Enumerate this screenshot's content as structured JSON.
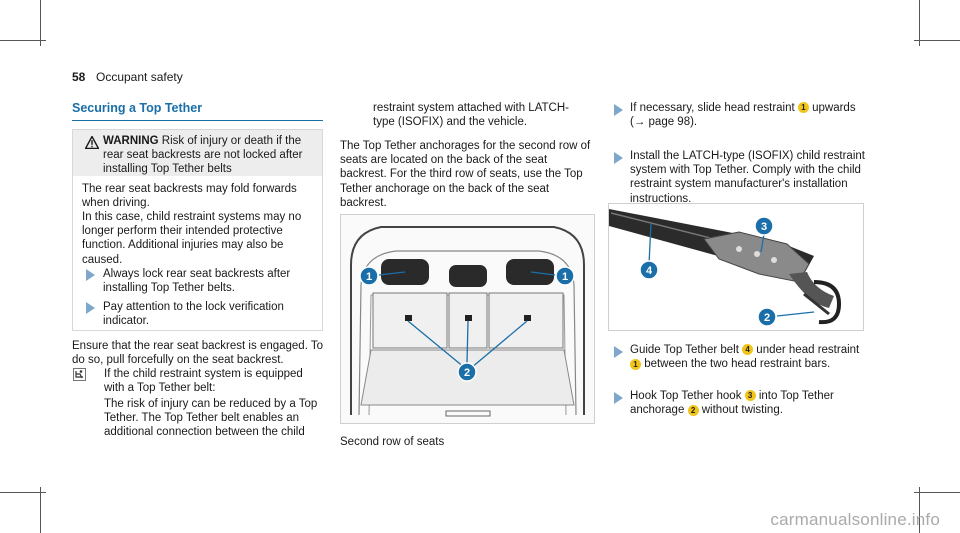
{
  "header": {
    "page_number": "58",
    "section": "Occupant safety"
  },
  "section_title": "Securing a Top Tether",
  "warning": {
    "label": "WARNING",
    "headline_rest": " Risk of injury or death if the rear seat backrests are not locked after installing Top Tether belts",
    "para1": "The rear seat backrests may fold forwards when driving.",
    "para2": "In this case, child restraint systems may no longer perform their intended protective function. Additional injuries may also be caused.",
    "bullet1": "Always lock rear seat backrests after installing Top Tether belts.",
    "bullet2": "Pay attention to the lock verification indicator."
  },
  "col1": {
    "para1": "Ensure that the rear seat backrest is engaged. To do so, pull forcefully on the seat backrest.",
    "note_line1": "If the child restraint system is equipped with a Top Tether belt:",
    "note_line2": "The risk of injury can be reduced by a Top Tether. The Top Tether belt enables an additional connection between the child"
  },
  "col2": {
    "para1": "restraint system attached with LATCH-type (ISOFIX) and the vehicle.",
    "para2": "The Top Tether anchorages for the second row of seats are located on the back of the seat backrest. For the third row of seats, use the Top Tether anchorage on the back of the seat backrest.",
    "figure_caption": "Second row of seats",
    "callout_1": "1",
    "callout_2": "2"
  },
  "col3": {
    "bullet1_a": "If necessary, slide head restraint ",
    "bullet1_num": "1",
    "bullet1_b": " upwards (→ page 98).",
    "bullet2": "Install the LATCH-type (ISOFIX) child restraint system with Top Tether. Comply with the child restraint system manufacturer's installation instructions.",
    "callout_2": "2",
    "callout_3": "3",
    "callout_4": "4",
    "bullet3_a": "Guide Top Tether belt ",
    "bullet3_n1": "4",
    "bullet3_b": " under head restraint ",
    "bullet3_n2": "1",
    "bullet3_c": " between the two head restraint bars.",
    "bullet4_a": "Hook Top Tether hook ",
    "bullet4_n1": "3",
    "bullet4_b": " into Top Tether anchorage ",
    "bullet4_n2": "2",
    "bullet4_c": " without twisting."
  },
  "watermark": "carmanualsonline.info",
  "colors": {
    "accent": "#1a6fa8",
    "callout": "#f0c419",
    "bullet": "#7fa7cc"
  }
}
